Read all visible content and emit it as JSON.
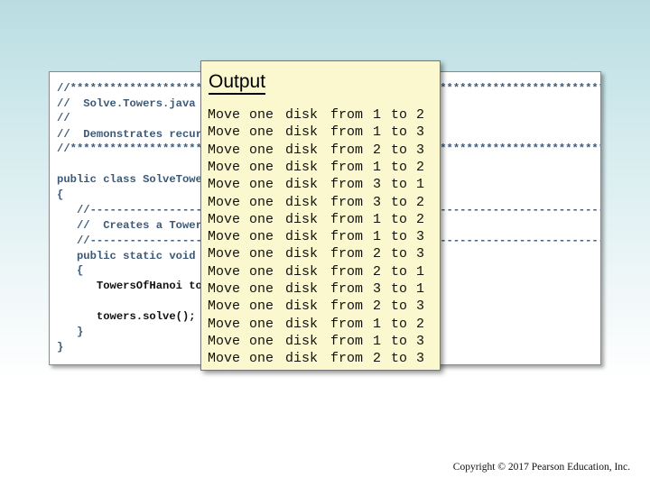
{
  "code_lines": [
    "//**************************************************************************************",
    "//  Solve.Towers.java",
    "//",
    "//  Demonstrates recursion.",
    "//**************************************************************************************",
    "",
    "public class SolveTowers",
    "{",
    "   //-----------------------------------------------------------------------------------",
    "   //  Creates a TowersOfHanoi puzzle and solves it.",
    "   //-----------------------------------------------------------------------------------",
    "   public static void main(String[] args)",
    "   {",
    "      TowersOfHanoi towers = new TowersOfHanoi(4);",
    "",
    "      towers.solve();",
    "   }",
    "}"
  ],
  "output": {
    "title": "Output",
    "moves": [
      [
        "Move",
        "one",
        "disk",
        "from",
        "1",
        "to",
        "2"
      ],
      [
        "Move",
        "one",
        "disk",
        "from",
        "1",
        "to",
        "3"
      ],
      [
        "Move",
        "one",
        "disk",
        "from",
        "2",
        "to",
        "3"
      ],
      [
        "Move",
        "one",
        "disk",
        "from",
        "1",
        "to",
        "2"
      ],
      [
        "Move",
        "one",
        "disk",
        "from",
        "3",
        "to",
        "1"
      ],
      [
        "Move",
        "one",
        "disk",
        "from",
        "3",
        "to",
        "2"
      ],
      [
        "Move",
        "one",
        "disk",
        "from",
        "1",
        "to",
        "2"
      ],
      [
        "Move",
        "one",
        "disk",
        "from",
        "1",
        "to",
        "3"
      ],
      [
        "Move",
        "one",
        "disk",
        "from",
        "2",
        "to",
        "3"
      ],
      [
        "Move",
        "one",
        "disk",
        "from",
        "2",
        "to",
        "1"
      ],
      [
        "Move",
        "one",
        "disk",
        "from",
        "3",
        "to",
        "1"
      ],
      [
        "Move",
        "one",
        "disk",
        "from",
        "2",
        "to",
        "3"
      ],
      [
        "Move",
        "one",
        "disk",
        "from",
        "1",
        "to",
        "2"
      ],
      [
        "Move",
        "one",
        "disk",
        "from",
        "1",
        "to",
        "3"
      ],
      [
        "Move",
        "one",
        "disk",
        "from",
        "2",
        "to",
        "3"
      ]
    ]
  },
  "footer": {
    "copyright": "Copyright © 2017 Pearson Education, Inc."
  }
}
